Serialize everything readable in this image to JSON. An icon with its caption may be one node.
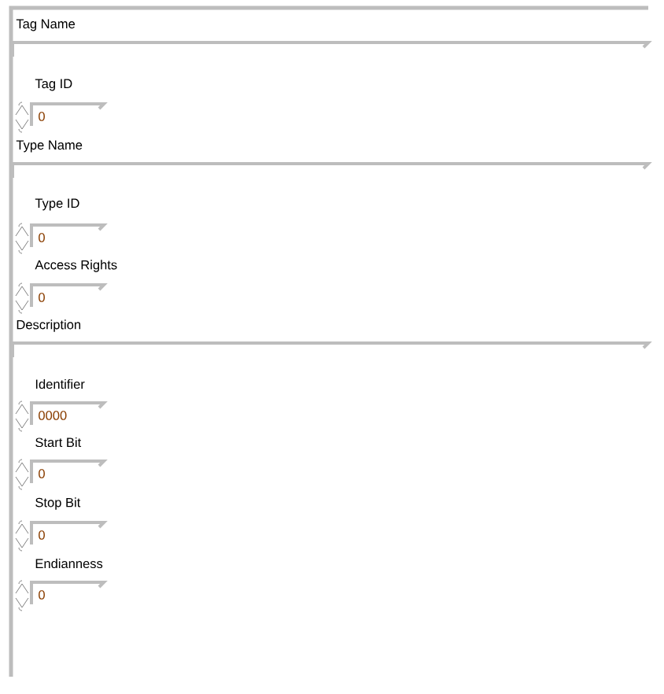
{
  "diagram": {
    "labels": [
      "Tag Name",
      "Tag ID",
      "0",
      "Type Name",
      "Type ID",
      "0",
      "Access Rights",
      "0",
      "Description",
      "Identifier",
      "0000",
      "Start Bit",
      "0",
      "Stop Bit",
      "0",
      "Endianness",
      "0"
    ]
  }
}
